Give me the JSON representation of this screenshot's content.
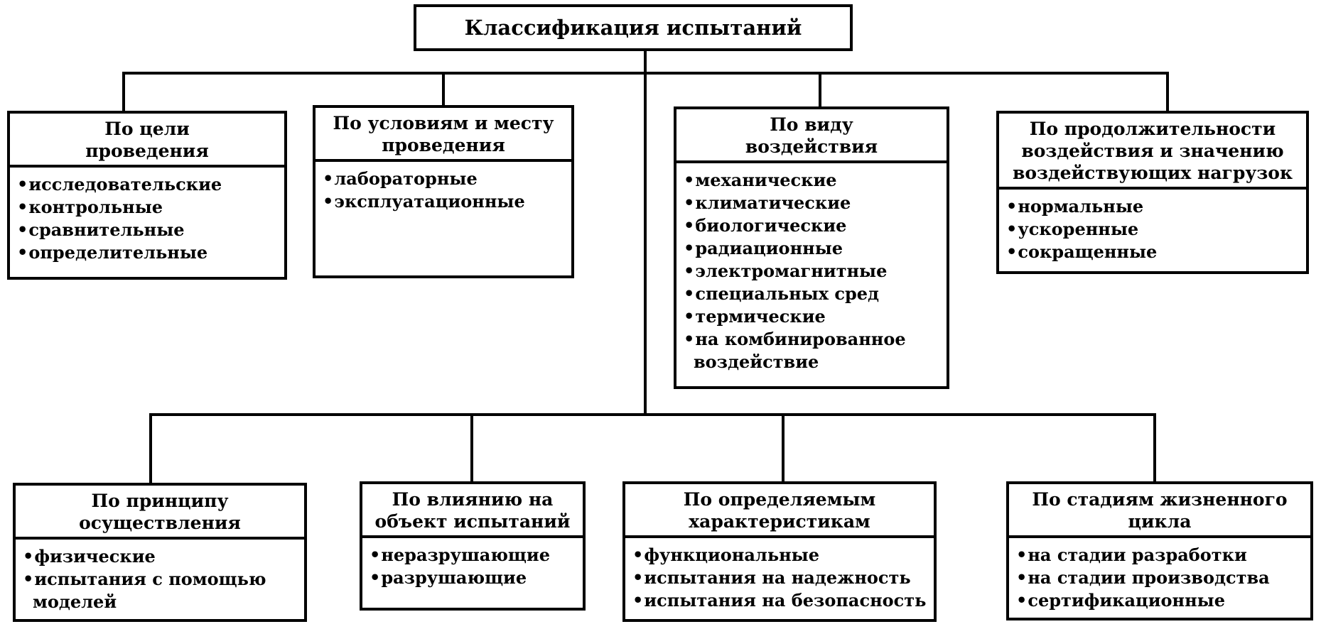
{
  "root": {
    "title": "Классификация испытаний"
  },
  "top_row": [
    {
      "header": "По цели\nпроведения",
      "items": [
        "исследовательские",
        "контрольные",
        "сравнительные",
        "определительные"
      ]
    },
    {
      "header": "По условиям и месту\nпроведения",
      "items": [
        "лабораторные",
        "эксплуатационные"
      ]
    },
    {
      "header": "По виду\nвоздействия",
      "items": [
        "механические",
        "климатические",
        "биологические",
        "радиационные",
        "электромагнитные",
        "специальных сред",
        "термические",
        "на комбинированное воздействие"
      ]
    },
    {
      "header": "По продолжительности\nвоздействия и значению\nвоздействующих нагрузок",
      "items": [
        "нормальные",
        "ускоренные",
        "сокращенные"
      ]
    }
  ],
  "bottom_row": [
    {
      "header": "По принципу\nосуществления",
      "items": [
        "физические",
        "испытания с помощью моделей"
      ]
    },
    {
      "header": "По влиянию на\nобъект испытаний",
      "items": [
        "неразрушающие",
        "разрушающие"
      ]
    },
    {
      "header": "По определяемым\nхарактеристикам",
      "items": [
        "функциональные",
        "испытания на надежность",
        "испытания на безопасность"
      ]
    },
    {
      "header": "По стадиям жизненного\nцикла",
      "items": [
        "на стадии разработки",
        "на стадии производства",
        "сертификационные"
      ]
    }
  ]
}
